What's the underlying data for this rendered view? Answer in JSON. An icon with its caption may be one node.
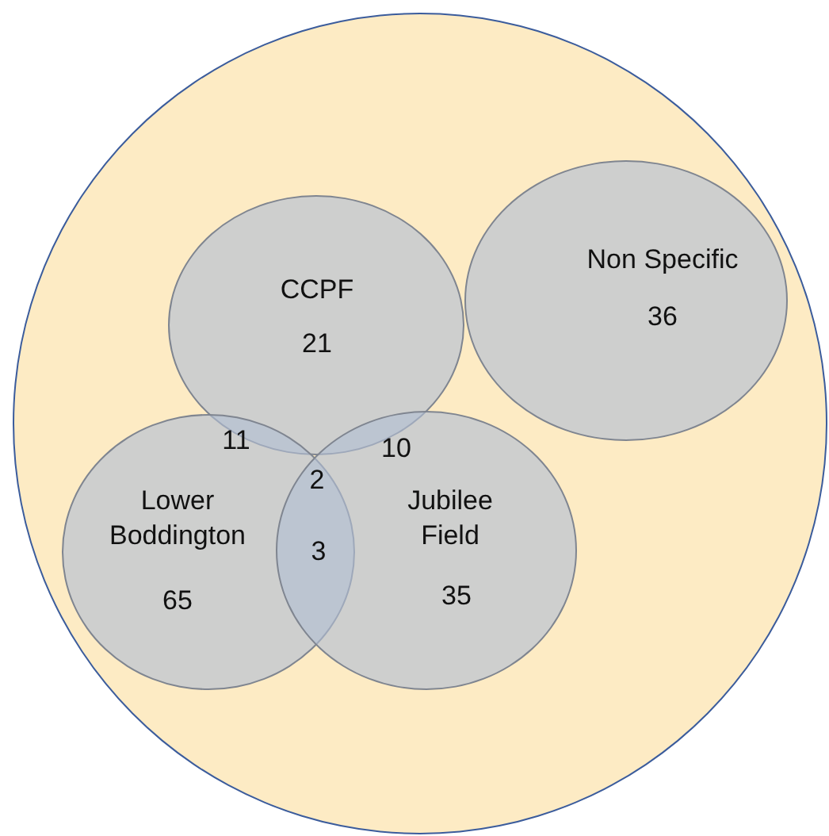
{
  "diagram": {
    "nodes": [
      {
        "text": [],
        "shape": "circle"
      },
      {
        "text": [
          "CCPF",
          "21"
        ],
        "in": 0
      },
      {
        "text": [
          "Non Specific",
          "36"
        ],
        "in": 0
      },
      {
        "text": [
          "Lower Boddington",
          "65"
        ],
        "in": 0
      },
      {
        "text": [
          "Jubilee Field",
          "35"
        ],
        "in": 0
      }
    ],
    "edges": [],
    "labels": [
      "11",
      "10",
      "2",
      "3"
    ]
  }
}
